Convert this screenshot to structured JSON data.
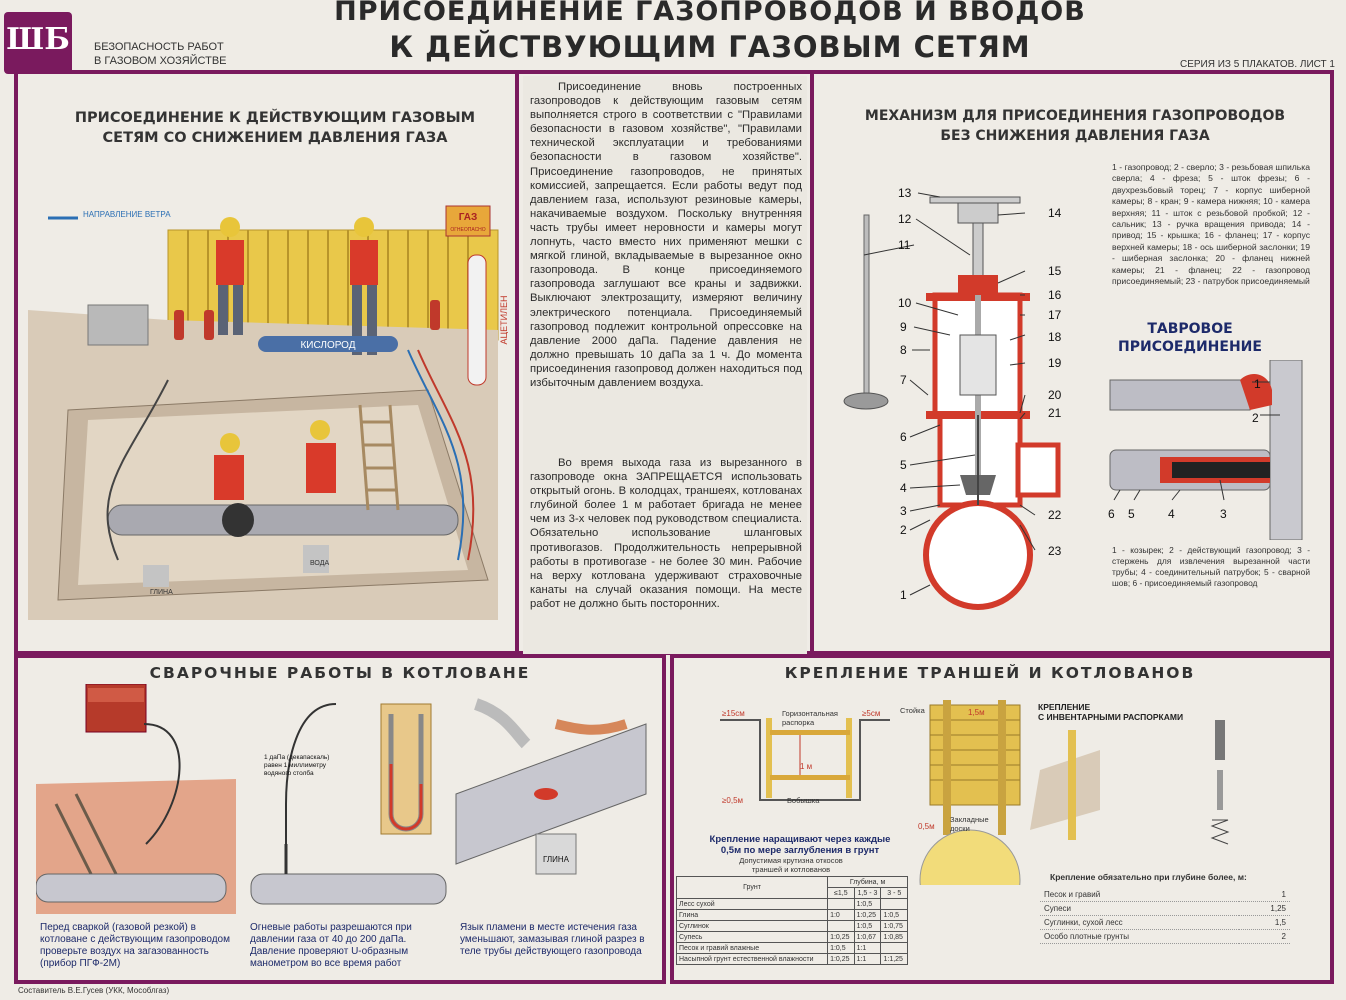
{
  "header": {
    "logo_text": "ШБ",
    "subtitle_line1": "БЕЗОПАСНОСТЬ РАБОТ",
    "subtitle_line2": "В ГАЗОВОМ ХОЗЯЙСТВЕ",
    "title_line1": "ПРИСОЕДИНЕНИЕ ГАЗОПРОВОДОВ И ВВОДОВ",
    "title_line2": "К ДЕЙСТВУЮЩИМ ГАЗОВЫМ СЕТЯМ",
    "series": "СЕРИЯ ИЗ 5 ПЛАКАТОВ. ЛИСТ 1"
  },
  "left_section": {
    "title_line1": "ПРИСОЕДИНЕНИЕ К ДЕЙСТВУЮЩИМ ГАЗОВЫМ",
    "title_line2": "СЕТЯМ СО СНИЖЕНИЕМ ДАВЛЕНИЯ ГАЗА",
    "labels": {
      "wind": "НАПРАВЛЕНИЕ ВЕТРА",
      "gas_sign": "ГАЗ",
      "gas_sign_sub": "ОГНЕОПАСНО",
      "oxygen": "КИСЛОРОД",
      "acetylene": "АЦЕТИЛЕН",
      "clay": "ГЛИНА",
      "water": "ВОДА"
    }
  },
  "center_text": {
    "paragraphs": [
      "Присоединение вновь построенных газопроводов к действующим газовым сетям выполняется строго в соответствии с \"Правилами безопасности в газовом хозяйстве\", \"Правилами технической эксплуатации и требованиями безопасности в газовом хозяйстве\". Присоединение газопроводов, не принятых комиссией, запрещается. Если работы ведут под давлением газа, используют резиновые камеры, накачиваемые воздухом. Поскольку внутренняя часть трубы имеет неровности и камеры могут лопнуть, часто вместо них применяют мешки с мягкой глиной, вкладываемые в вырезанное окно газопровода. В конце присоединяемого газопровода заглушают все краны и задвижки. Выключают электрозащиту, измеряют величину электрического потенциала. Присоединяемый газопровод подлежит контрольной опрессовке на давление 2000 даПа. Падение давления не должно превышать 10 даПа за 1 ч. До момента присоединения газопровод должен находиться под избыточным давлением воздуха.",
      "Во время выхода газа из вырезанного в газопроводе окна ЗАПРЕЩАЕТСЯ использовать открытый огонь. В колодцах, траншеях, котлованах глубиной более 1 м работает бригада не менее чем из 3-х человек под руководством специалиста. Обязательно использование шланговых противогазов. Продолжительность непрерывной работы в противогазе - не более 30 мин. Рабочие на верху котлована удерживают страховочные канаты на случай оказания помощи. На месте работ не должно быть посторонних."
    ]
  },
  "right_section": {
    "title_line1": "МЕХАНИЗМ ДЛЯ ПРИСОЕДИНЕНИЯ ГАЗОПРОВОДОВ",
    "title_line2": "БЕЗ СНИЖЕНИЯ ДАВЛЕНИЯ ГАЗА",
    "legend": "1 - газопровод; 2 - сверло; 3 - резьбовая шпилька сверла; 4 - фреза; 5 - шток фрезы; 6 - двухрезьбовый торец; 7 - корпус шиберной камеры; 8 - кран; 9 - камера нижняя; 10 - камера верхняя; 11 - шток с резьбовой пробкой; 12 - сальник; 13 - ручка вращения привода; 14 - привод; 15 - крышка; 16 - фланец; 17 - корпус верхней камеры; 18 - ось шиберной заслонки; 19 - шиберная заслонка; 20 - фланец нижней камеры; 21 - фланец; 22 - газопровод присоединяемый; 23 - патрубок присоединяемый",
    "numbers_left": [
      "13",
      "12",
      "11",
      "10",
      "9",
      "8",
      "7",
      "6",
      "5",
      "4",
      "3",
      "2",
      "1"
    ],
    "numbers_right": [
      "14",
      "15",
      "16",
      "17",
      "18",
      "19",
      "20",
      "21",
      "22",
      "23"
    ],
    "tee_title_line1": "ТАВРОВОЕ",
    "tee_title_line2": "ПРИСОЕДИНЕНИЕ",
    "tee_numbers": [
      "1",
      "2",
      "6",
      "5",
      "4",
      "3"
    ],
    "tee_legend": "1 - козырек; 2 - действующий газопровод; 3 - стержень для извлечения вырезанной части трубы; 4 - соединительный патрубок; 5 - сварной шов; 6 - присоединяемый газопровод"
  },
  "welding_section": {
    "title": "СВАРОЧНЫЕ РАБОТЫ В КОТЛОВАНЕ",
    "caption1": "Перед сваркой (газовой резкой) в котловане с действующим газопроводом проверьте воздух на загазованность (прибор ПГФ-2М)",
    "caption2": "Огневые работы разрешаются при давлении газа от 40 до 200 даПа. Давление проверяют U-образным манометром во все время работ",
    "caption3": "Язык пламени в месте истечения газа уменьшают, замазывая глиной разрез в теле трубы действующего газопровода",
    "manometer_note": "1 даПа (декапаскаль) равен 1 миллиметру водяного столба",
    "clay_label": "ГЛИНА"
  },
  "trench_section": {
    "title": "КРЕПЛЕНИЕ ТРАНШЕЙ И КОТЛОВАНОВ",
    "labels": {
      "d15": "≥15см",
      "d5": "≥5см",
      "horiz": "Горизонтальная распорка",
      "rack": "Стойка",
      "m15": "1,5м",
      "m1": "1 м",
      "m05a": "≥0,5м",
      "m05b": "0,5м",
      "boby": "Бобышка",
      "boards": "Закладные доски",
      "inv_line1": "КРЕПЛЕНИЕ",
      "inv_line2": "С ИНВЕНТАРНЫМИ РАСПОРКАМИ"
    },
    "grow_note": "Крепление наращивают через каждые 0,5м по мере заглубления в грунт",
    "slope_table": {
      "caption_line1": "Допустимая крутизна откосов",
      "caption_line2": "траншей и котлованов",
      "col_ground": "Грунт",
      "col_depth": "Глубина, м",
      "depth_cols": [
        "≤1,5",
        "1,5 - 3",
        "3 - 5"
      ],
      "rows": [
        [
          "Лесс сухой",
          "",
          "1:0,5",
          ""
        ],
        [
          "Глина",
          "1:0",
          "1:0,25",
          "1:0,5"
        ],
        [
          "Суглинок",
          "",
          "1:0,5",
          "1:0,75"
        ],
        [
          "Супесь",
          "1:0,25",
          "1:0,67",
          "1:0,85"
        ],
        [
          "Песок и гравий влажные",
          "1:0,5",
          "1:1",
          ""
        ],
        [
          "Насыпной грунт естественной влажности",
          "1:0,25",
          "1:1",
          "1:1,25"
        ]
      ]
    },
    "req_table": {
      "caption": "Крепление обязательно при глубине более, м:",
      "rows": [
        [
          "Песок и гравий",
          "1"
        ],
        [
          "Супеси",
          "1,25"
        ],
        [
          "Суглинки, сухой лесс",
          "1,5"
        ],
        [
          "Особо плотные грунты",
          "2"
        ]
      ]
    }
  },
  "footer": "Составитель В.Е.Гусев (УКК, Мособлгаз)"
}
